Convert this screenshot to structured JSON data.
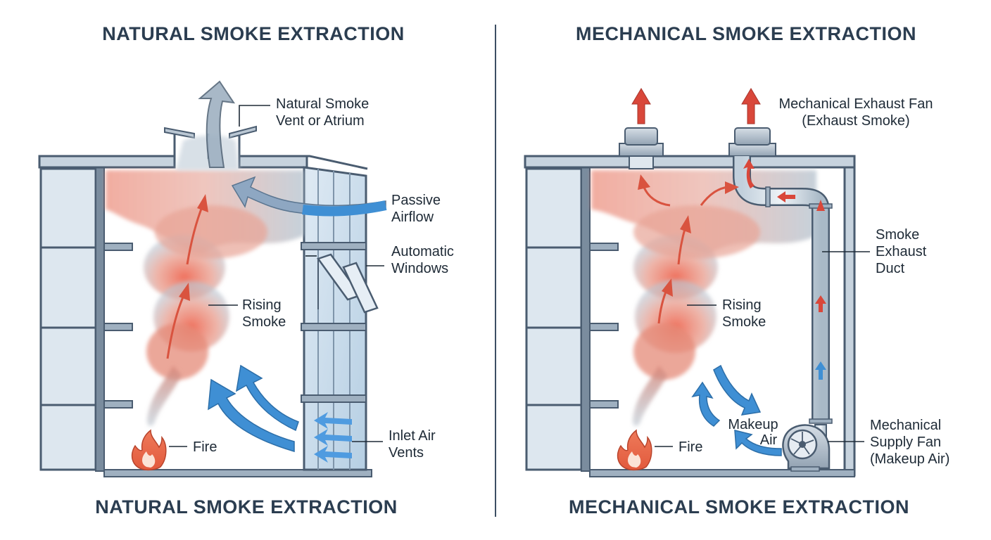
{
  "natural": {
    "title_top": "NATURAL SMOKE EXTRACTION",
    "title_bottom": "NATURAL SMOKE EXTRACTION",
    "labels": {
      "vent": [
        "Natural Smoke",
        "Vent or Atrium"
      ],
      "passive_airflow": [
        "Passive",
        "Airflow"
      ],
      "automatic_windows": [
        "Automatic",
        "Windows"
      ],
      "rising_smoke": [
        "Rising",
        "Smoke"
      ],
      "inlet_air_vents": [
        "Inlet Air",
        "Vents"
      ],
      "fire": "Fire"
    }
  },
  "mechanical": {
    "title_top": "MECHANICAL SMOKE EXTRACTION",
    "title_bottom": "MECHANICAL SMOKE EXTRACTION",
    "labels": {
      "exhaust_fan": [
        "Mechanical Exhaust Fan",
        "(Exhaust Smoke)"
      ],
      "exhaust_duct": [
        "Smoke",
        "Exhaust",
        "Duct"
      ],
      "rising_smoke": [
        "Rising",
        "Smoke"
      ],
      "makeup_air": [
        "Makeup",
        "Air"
      ],
      "supply_fan": [
        "Mechanical",
        "Supply Fan",
        "(Makeup Air)"
      ],
      "fire": "Fire"
    }
  },
  "colors": {
    "structure": "#4a5c70",
    "glass": "#c9dcea",
    "smoke_hot": "#e9705c",
    "smoke_cool": "#b9c7d4",
    "air_arrow": "#3f8fd4",
    "exhaust_arrow": "#d9473a",
    "title": "#2b3d50"
  }
}
